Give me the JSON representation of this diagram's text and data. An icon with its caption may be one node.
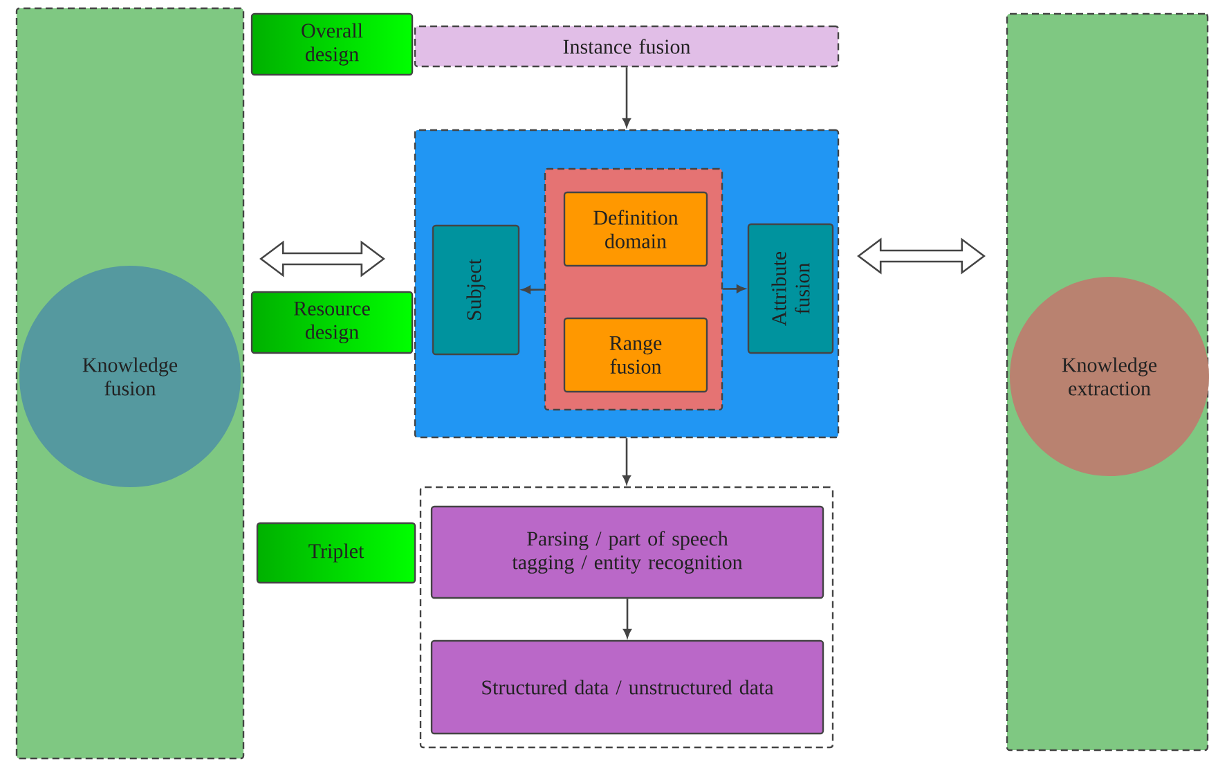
{
  "diagram": {
    "nodes": [
      {
        "text": [],
        "shape": "box"
      },
      {
        "text": [
          "Knowledge fusion"
        ],
        "in": 0
      },
      {
        "text": [
          "Overall design"
        ]
      },
      {
        "text": [
          "Instance fusion"
        ]
      },
      {
        "text": [
          "Resource design"
        ]
      },
      {
        "text": [],
        "shape": "box"
      },
      {
        "text": [
          "Subject"
        ],
        "in": 5
      },
      {
        "text": [],
        "shape": "box",
        "in": 5
      },
      {
        "text": [
          "Definition domain"
        ],
        "in": 7
      },
      {
        "text": [
          "Range fusion"
        ],
        "in": 7
      },
      {
        "text": [
          "Attribute fusion"
        ],
        "in": 5
      },
      {
        "text": [],
        "shape": "box"
      },
      {
        "text": [
          "Knowledge extraction"
        ],
        "in": 11
      },
      {
        "text": [
          "Triplet"
        ]
      },
      {
        "text": [],
        "shape": "box"
      },
      {
        "text": [
          "Parsing / part of speech tagging / entity recognition"
        ],
        "in": 14
      },
      {
        "text": [
          "Structured data / unstructured data"
        ],
        "in": 14
      }
    ],
    "edges": [
      {
        "from": 3,
        "to": 5,
        "arrow": "to"
      },
      {
        "from": 7,
        "to": 6,
        "arrow": "to"
      },
      {
        "from": 7,
        "to": 10,
        "arrow": "to"
      },
      {
        "from": 5,
        "to": 14,
        "arrow": "to"
      },
      {
        "from": 15,
        "to": 16,
        "arrow": "to"
      },
      {
        "from": 0,
        "to": 5,
        "arrow": "both",
        "style": "thick"
      },
      {
        "from": 5,
        "to": 11,
        "arrow": "both",
        "style": "thick"
      }
    ]
  }
}
